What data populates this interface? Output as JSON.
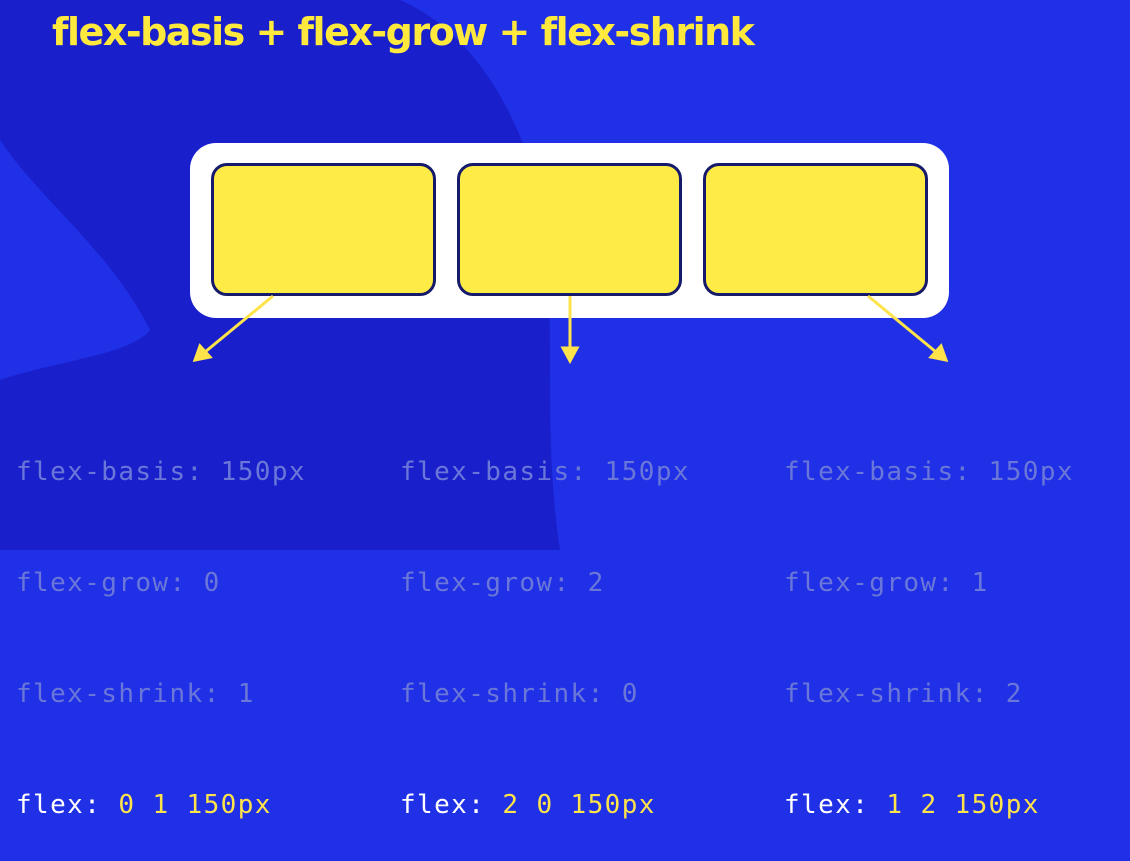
{
  "title": "flex-basis + flex-grow + flex-shrink",
  "colors": {
    "background": "#1f30e6",
    "blob": "#1a1fcc",
    "accent": "#ffe93d",
    "item_fill": "#ffeb45",
    "item_border": "#161a6b",
    "container": "#ffffff",
    "dim_text": "#6b77d8",
    "bright_text": "#ffffff"
  },
  "items": [
    {
      "basis_key": "flex-basis:",
      "basis_val": "150px",
      "grow_key": "flex-grow:",
      "grow_val": "0",
      "shrink_key": "flex-shrink:",
      "shrink_val": "1",
      "flex_key": "flex:",
      "flex_val": "0 1 150px"
    },
    {
      "basis_key": "flex-basis:",
      "basis_val": "150px",
      "grow_key": "flex-grow:",
      "grow_val": "2",
      "shrink_key": "flex-shrink:",
      "shrink_val": "0",
      "flex_key": "flex:",
      "flex_val": "2 0 150px"
    },
    {
      "basis_key": "flex-basis:",
      "basis_val": "150px",
      "grow_key": "flex-grow:",
      "grow_val": "1",
      "shrink_key": "flex-shrink:",
      "shrink_val": "2",
      "flex_key": "flex:",
      "flex_val": "1 2 150px"
    }
  ]
}
